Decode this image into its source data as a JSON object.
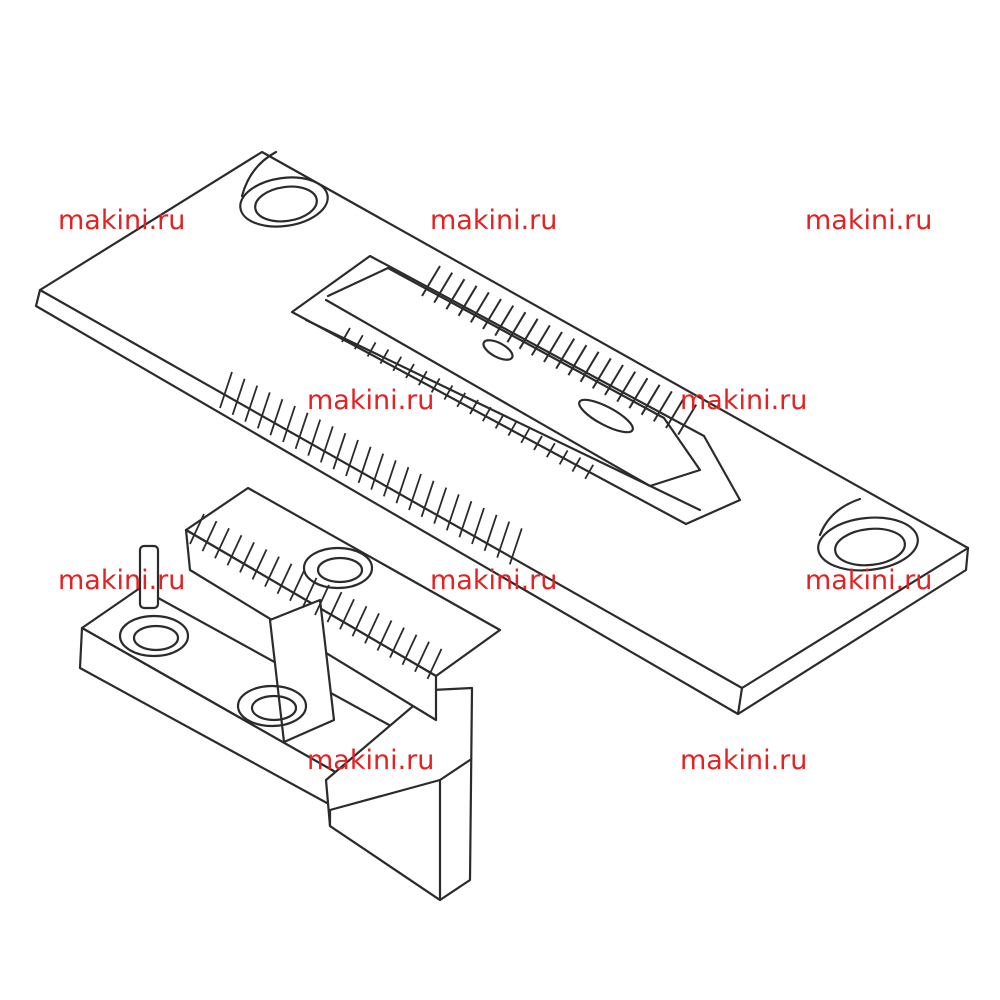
{
  "colors": {
    "line": "#2b2b2b",
    "watermark": "#e32222",
    "background": "#ffffff"
  },
  "watermarks": [
    "makini.ru",
    "makini.ru",
    "makini.ru",
    "makini.ru",
    "makini.ru",
    "makini.ru",
    "makini.ru",
    "makini.ru",
    "makini.ru",
    "makini.ru"
  ]
}
